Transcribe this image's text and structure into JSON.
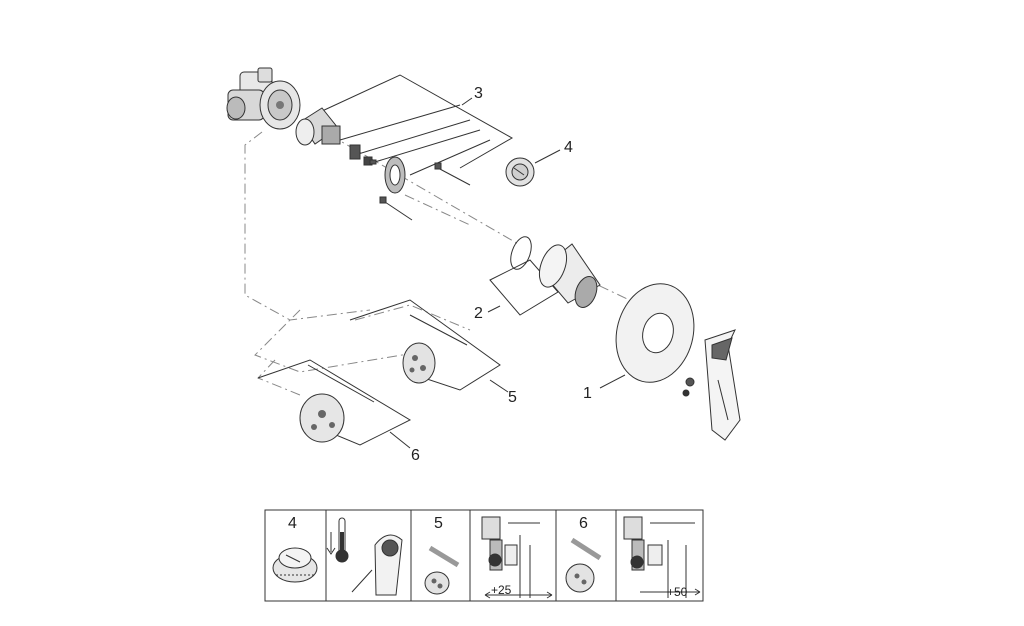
{
  "callouts": {
    "label_1": "1",
    "label_2": "2",
    "label_3": "3",
    "label_4": "4",
    "label_5": "5",
    "label_6": "6"
  },
  "legend": {
    "cell_4": "4",
    "cell_5": "5",
    "cell_6": "6",
    "dim_25": "+25",
    "dim_50": "+50"
  }
}
